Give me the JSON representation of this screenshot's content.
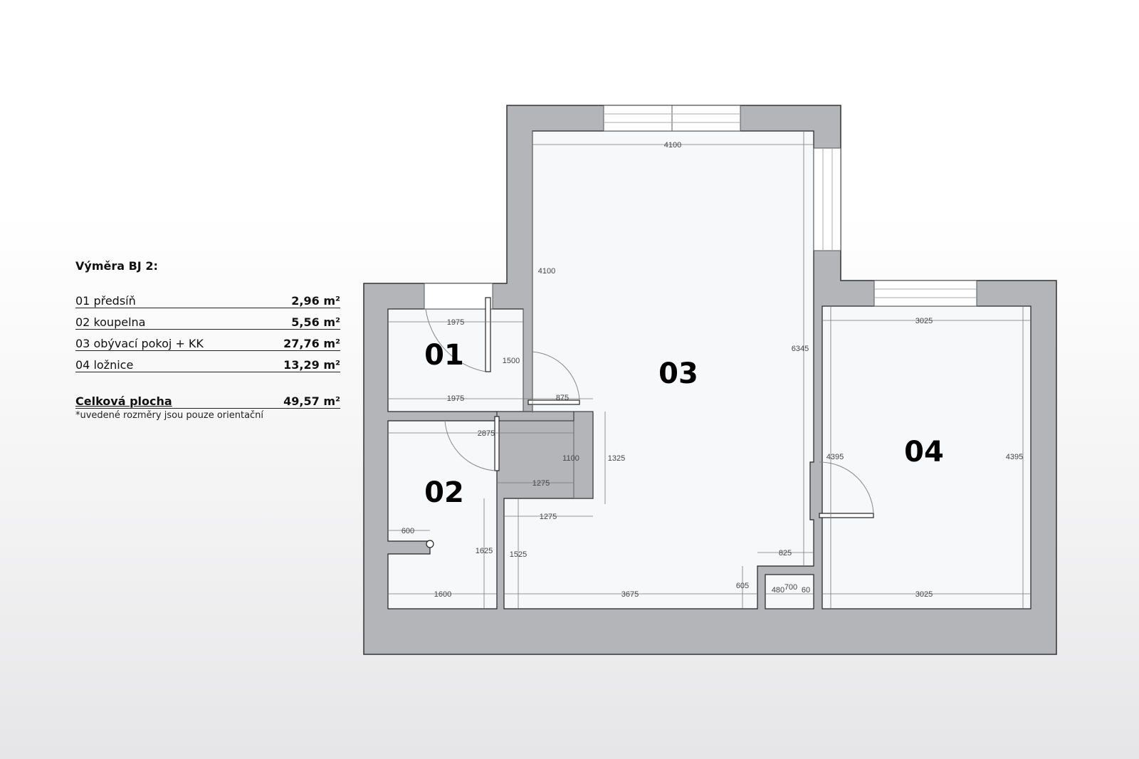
{
  "legend": {
    "title": "Výměra BJ 2:",
    "rooms": [
      {
        "label": "01 předsíň",
        "area": "2,96 m²"
      },
      {
        "label": "02 koupelna",
        "area": "5,56 m²"
      },
      {
        "label": "03 obývací pokoj + KK",
        "area": "27,76 m²"
      },
      {
        "label": "04 ložnice",
        "area": "13,29 m²"
      }
    ],
    "total_label": "Celková plocha",
    "total_area": "49,57 m²",
    "note": "*uvedené rozměry jsou pouze orientační"
  },
  "plan": {
    "room_labels": [
      "01",
      "02",
      "03",
      "04"
    ],
    "dimensions": {
      "top_4100": "4100",
      "left_4100": "4100",
      "r3_6345": "6345",
      "r1_top_1975": "1975",
      "r1_bottom_1975": "1975",
      "r1_1500": "1500",
      "d_875": "875",
      "d_2875": "2875",
      "d_1100": "1100",
      "d_1325": "1325",
      "d_1275_upper": "1275",
      "d_1275_lower": "1275",
      "d_600": "600",
      "d_1625": "1625",
      "d_1525": "1525",
      "d_1600": "1600",
      "d_3675": "3675",
      "d_605": "605",
      "d_825": "825",
      "d_480": "480",
      "d_700": "700",
      "d_60": "60",
      "r4_top_3025": "3025",
      "r4_bottom_3025": "3025",
      "r4_left_4395": "4395",
      "r4_right_4395": "4395"
    },
    "colors": {
      "wall": "#b4b5b9",
      "floor": "#f7f8fa",
      "line": "#222222"
    }
  }
}
